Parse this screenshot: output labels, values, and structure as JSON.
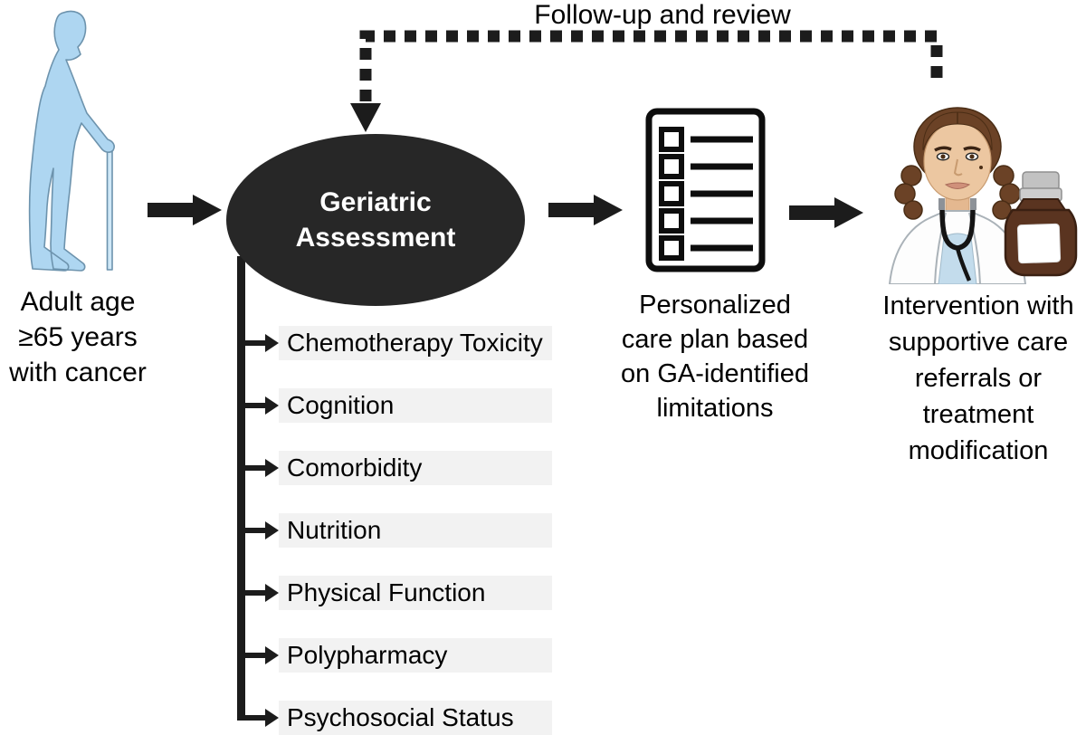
{
  "figure": {
    "follow_up_label": "Follow-up and review",
    "patient_caption": [
      "Adult age",
      "≥65 years",
      "with cancer"
    ],
    "assessment_title": [
      "Geriatric",
      "Assessment"
    ],
    "domains": [
      "Chemotherapy Toxicity",
      "Cognition",
      "Comorbidity",
      "Nutrition",
      "Physical Function",
      "Polypharmacy",
      "Psychosocial Status"
    ],
    "care_plan_caption": [
      "Personalized",
      "care plan based",
      "on GA-identified",
      "limitations"
    ],
    "intervention_caption": [
      "Intervention with",
      "supportive care",
      "referrals or",
      "treatment",
      "modification"
    ],
    "icons": {
      "patient": "elderly-person-with-cane",
      "care_plan": "checklist",
      "intervention": "clinician-and-medicine-bottle"
    },
    "colors": {
      "ink": "#1c1c1c",
      "ellipse_fill": "#272727",
      "ellipse_text": "#ffffff",
      "domain_item_bg": "#f2f2f2",
      "silhouette_fill": "#aed6f1",
      "silhouette_stroke": "#6d93ad",
      "hair": "#6b4226",
      "skin": "#ecc7a1",
      "shirt": "#c3dcec",
      "bottle": "#5a3420",
      "bottle_cap": "#c2c2c2"
    }
  }
}
